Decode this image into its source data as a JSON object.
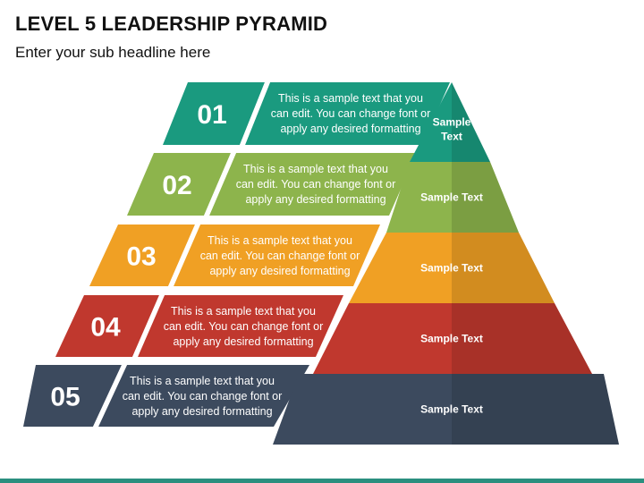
{
  "header": {
    "title": "LEVEL 5 LEADERSHIP PYRAMID",
    "subtitle": "Enter your sub headline here"
  },
  "levels": [
    {
      "number": "01",
      "color": "#1a9a7f",
      "tier_label": [
        "Sample",
        "Text"
      ],
      "desc": [
        "This is a sample text that you",
        "can edit. You can change font or",
        "apply any desired formatting"
      ]
    },
    {
      "number": "02",
      "color": "#8db44c",
      "tier_label": [
        "Sample Text"
      ],
      "desc": [
        "This is a sample text that you",
        "can edit. You can change font or",
        "apply any desired formatting"
      ]
    },
    {
      "number": "03",
      "color": "#f0a024",
      "tier_label": [
        "Sample Text"
      ],
      "desc": [
        "This is a sample text that you",
        "can edit. You can change font or",
        "apply any desired formatting"
      ]
    },
    {
      "number": "04",
      "color": "#c0382e",
      "tier_label": [
        "Sample Text"
      ],
      "desc": [
        "This is a sample text that you",
        "can edit. You can change font or",
        "apply any desired formatting"
      ]
    },
    {
      "number": "05",
      "color": "#3c4a5e",
      "tier_label": [
        "Sample Text"
      ],
      "desc": [
        "This is a sample text that you",
        "can edit. You can change font or",
        "apply any desired formatting"
      ]
    }
  ]
}
